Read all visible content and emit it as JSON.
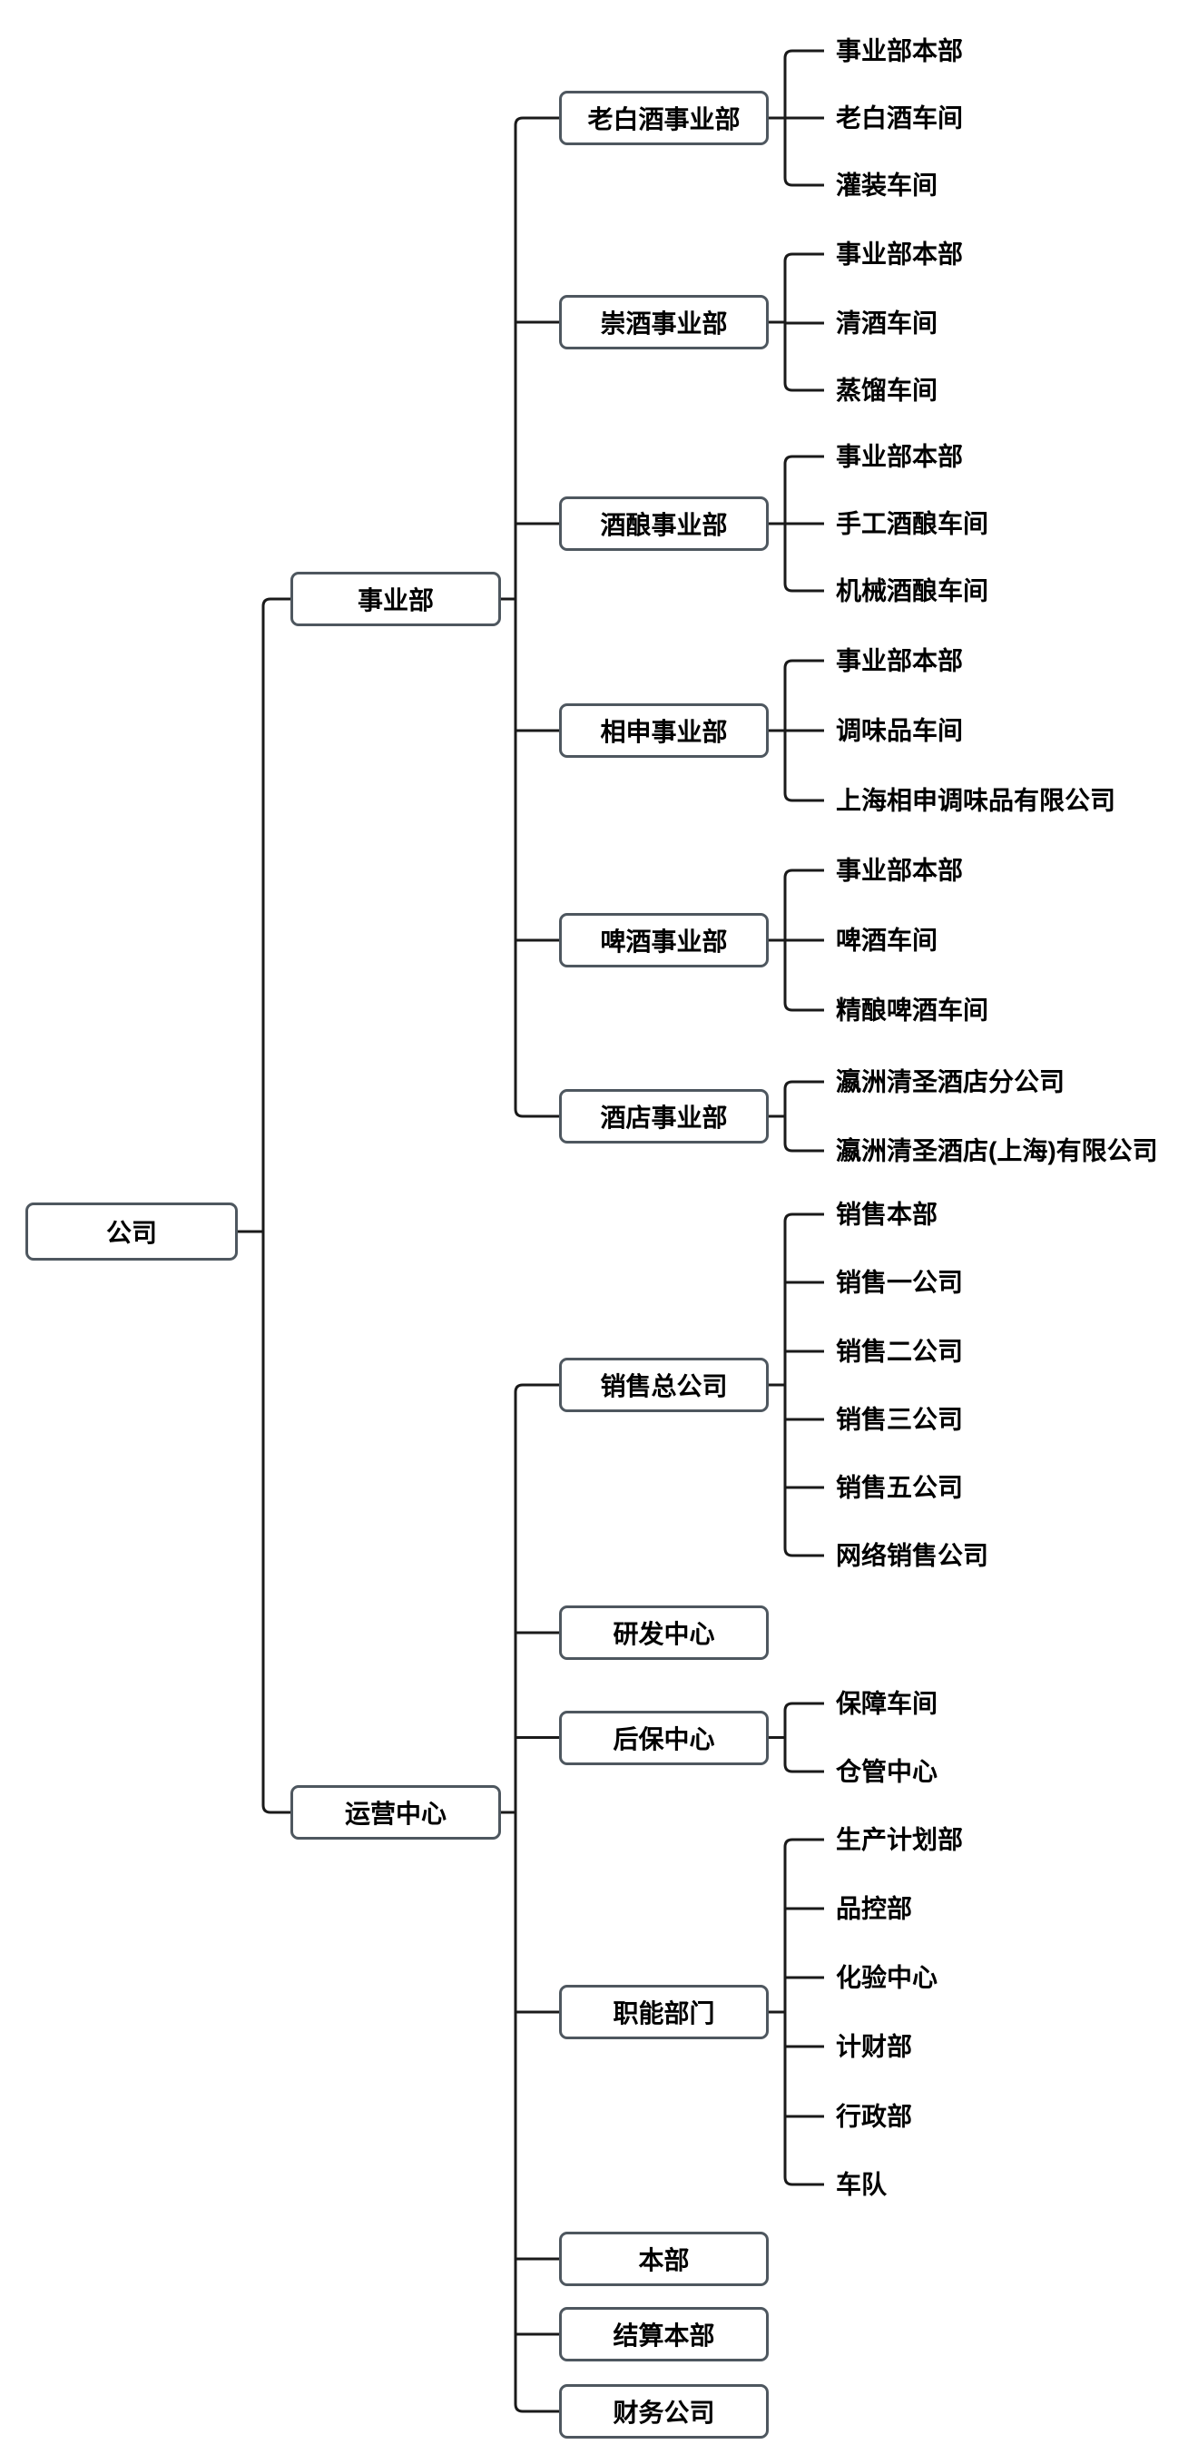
{
  "tree": {
    "root": {
      "label": "公司",
      "children": [
        {
          "label": "事业部",
          "children": [
            {
              "label": "老白酒事业部",
              "children": [
                {
                  "label": "事业部本部"
                },
                {
                  "label": "老白酒车间"
                },
                {
                  "label": "灌装车间"
                }
              ]
            },
            {
              "label": "崇酒事业部",
              "children": [
                {
                  "label": "事业部本部"
                },
                {
                  "label": "清酒车间"
                },
                {
                  "label": "蒸馏车间"
                }
              ]
            },
            {
              "label": "酒酿事业部",
              "children": [
                {
                  "label": "事业部本部"
                },
                {
                  "label": "手工酒酿车间"
                },
                {
                  "label": "机械酒酿车间"
                }
              ]
            },
            {
              "label": "相申事业部",
              "children": [
                {
                  "label": "事业部本部"
                },
                {
                  "label": "调味品车间"
                },
                {
                  "label": "上海相申调味品有限公司"
                }
              ]
            },
            {
              "label": "啤酒事业部",
              "children": [
                {
                  "label": "事业部本部"
                },
                {
                  "label": "啤酒车间"
                },
                {
                  "label": "精酿啤酒车间"
                }
              ]
            },
            {
              "label": "酒店事业部",
              "children": [
                {
                  "label": "瀛洲清圣酒店分公司"
                },
                {
                  "label": "瀛洲清圣酒店(上海)有限公司"
                }
              ]
            }
          ]
        },
        {
          "label": "运营中心",
          "children": [
            {
              "label": "销售总公司",
              "children": [
                {
                  "label": "销售本部"
                },
                {
                  "label": "销售一公司"
                },
                {
                  "label": "销售二公司"
                },
                {
                  "label": "销售三公司"
                },
                {
                  "label": "销售五公司"
                },
                {
                  "label": "网络销售公司"
                }
              ]
            },
            {
              "label": "研发中心",
              "boxed": true
            },
            {
              "label": "后保中心",
              "children": [
                {
                  "label": "保障车间"
                },
                {
                  "label": "仓管中心"
                }
              ]
            },
            {
              "label": "职能部门",
              "children": [
                {
                  "label": "生产计划部"
                },
                {
                  "label": "品控部"
                },
                {
                  "label": "化验中心"
                },
                {
                  "label": "计财部"
                },
                {
                  "label": "行政部"
                },
                {
                  "label": "车队"
                }
              ]
            },
            {
              "label": "本部",
              "boxed": true
            },
            {
              "label": "结算本部",
              "boxed": true
            },
            {
              "label": "财务公司",
              "boxed": true
            }
          ]
        }
      ]
    },
    "style": {
      "box_border_color": "#4e575f",
      "box_fill_color": "#ffffff",
      "line_color": "#1a1a1a",
      "text_color": "#000000",
      "background_color": "#ffffff"
    }
  }
}
